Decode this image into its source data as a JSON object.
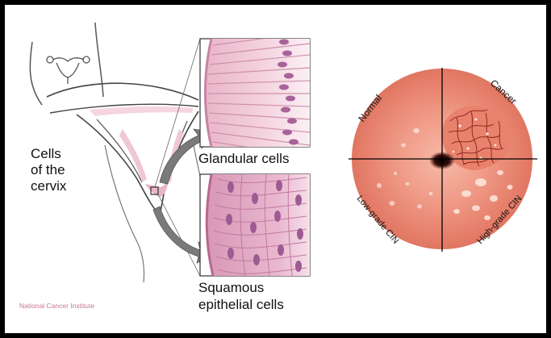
{
  "left_panel": {
    "title_line1": "Cells",
    "title_line2": "of the",
    "title_line3": "cervix",
    "glandular_label": "Glandular cells",
    "squamous_line1": "Squamous",
    "squamous_line2": "epithelial cells",
    "credit": "National Cancer Institute"
  },
  "right_panel": {
    "q_normal": "Normal",
    "q_cancer": "Cancer",
    "q_low": "Low-grade CIN",
    "q_high": "High-grade CIN"
  },
  "colors": {
    "frame": "#000000",
    "tissue_pink": "#e8b7c6",
    "cell_purple": "#b06fa3",
    "cervix_orange": "#e9806c",
    "arrow_grey": "#7a7a7a"
  }
}
